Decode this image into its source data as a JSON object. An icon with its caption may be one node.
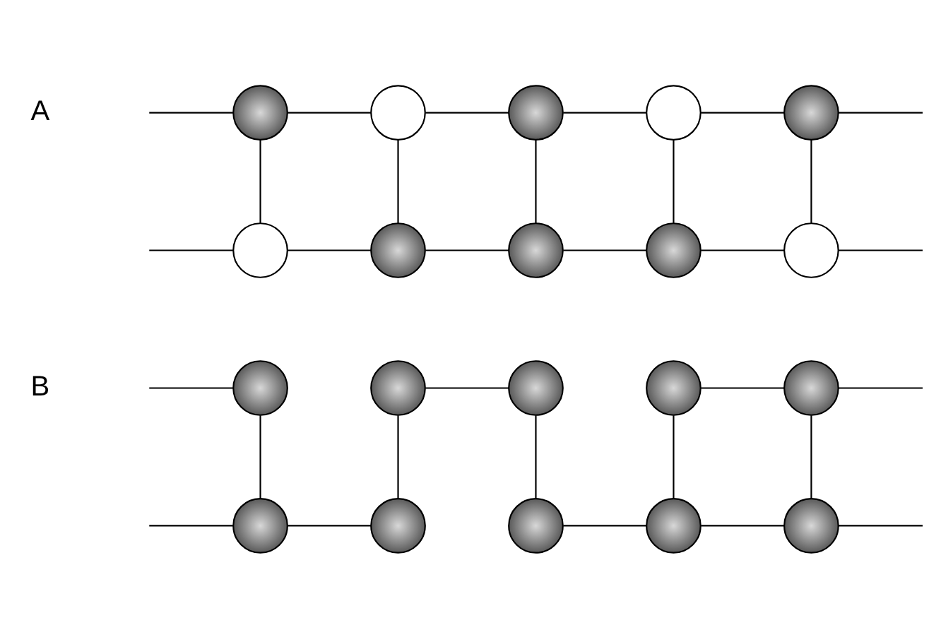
{
  "diagram": {
    "nodes": [
      {
        "text": [],
        "shape": "dot"
      },
      {
        "text": [],
        "shape": "circle"
      },
      {
        "text": [],
        "shape": "dot"
      },
      {
        "text": [],
        "shape": "circle"
      },
      {
        "text": [],
        "shape": "dot"
      },
      {
        "text": [],
        "shape": "circle"
      },
      {
        "text": [],
        "shape": "dot"
      },
      {
        "text": [],
        "shape": "dot"
      },
      {
        "text": [],
        "shape": "dot"
      },
      {
        "text": [],
        "shape": "circle"
      },
      {
        "text": [],
        "shape": "dot"
      },
      {
        "text": [],
        "shape": "dot"
      },
      {
        "text": [],
        "shape": "dot"
      },
      {
        "text": [],
        "shape": "dot"
      },
      {
        "text": [],
        "shape": "dot"
      },
      {
        "text": [],
        "shape": "dot"
      },
      {
        "text": [],
        "shape": "dot"
      },
      {
        "text": [],
        "shape": "dot"
      },
      {
        "text": [],
        "shape": "dot"
      },
      {
        "text": [],
        "shape": "dot"
      }
    ],
    "edges": [
      {
        "from": null,
        "to": 0,
        "arrow": "none"
      },
      {
        "from": 0,
        "to": 1,
        "arrow": "none"
      },
      {
        "from": 1,
        "to": 2,
        "arrow": "none"
      },
      {
        "from": 2,
        "to": 3,
        "arrow": "none"
      },
      {
        "from": 3,
        "to": 4,
        "arrow": "none"
      },
      {
        "from": 4,
        "to": null,
        "arrow": "none"
      },
      {
        "from": null,
        "to": 5,
        "arrow": "none"
      },
      {
        "from": 5,
        "to": 6,
        "arrow": "none"
      },
      {
        "from": 6,
        "to": 7,
        "arrow": "none"
      },
      {
        "from": 7,
        "to": 8,
        "arrow": "none"
      },
      {
        "from": 8,
        "to": 9,
        "arrow": "none"
      },
      {
        "from": 9,
        "to": null,
        "arrow": "none"
      },
      {
        "from": 0,
        "to": 5,
        "arrow": "none"
      },
      {
        "from": 1,
        "to": 6,
        "arrow": "none"
      },
      {
        "from": 2,
        "to": 7,
        "arrow": "none"
      },
      {
        "from": 3,
        "to": 8,
        "arrow": "none"
      },
      {
        "from": 4,
        "to": 9,
        "arrow": "none"
      },
      {
        "from": null,
        "to": 10,
        "arrow": "none"
      },
      {
        "from": 11,
        "to": 12,
        "arrow": "none"
      },
      {
        "from": 13,
        "to": 14,
        "arrow": "none"
      },
      {
        "from": 14,
        "to": null,
        "arrow": "none"
      },
      {
        "from": null,
        "to": 15,
        "arrow": "none"
      },
      {
        "from": 15,
        "to": 16,
        "arrow": "none"
      },
      {
        "from": 17,
        "to": 18,
        "arrow": "none"
      },
      {
        "from": 18,
        "to": 19,
        "arrow": "none"
      },
      {
        "from": 19,
        "to": null,
        "arrow": "none"
      },
      {
        "from": 10,
        "to": 15,
        "arrow": "none"
      },
      {
        "from": 11,
        "to": 16,
        "arrow": "none"
      },
      {
        "from": 12,
        "to": 17,
        "arrow": "none"
      },
      {
        "from": 13,
        "to": 18,
        "arrow": "none"
      },
      {
        "from": 14,
        "to": 19,
        "arrow": "none"
      }
    ],
    "labels": [
      "A",
      "B"
    ]
  }
}
